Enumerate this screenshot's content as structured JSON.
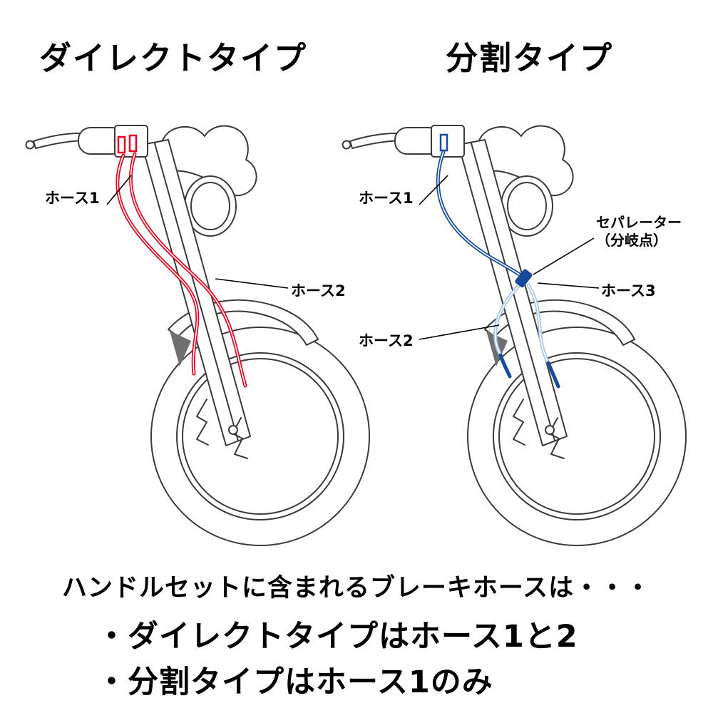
{
  "titles": {
    "direct": "ダイレクトタイプ",
    "split": "分割タイプ"
  },
  "labels": {
    "direct_hose1": "ホース1",
    "direct_hose2": "ホース2",
    "split_hose1": "ホース1",
    "split_separator_line1": "セパレーター",
    "split_separator_line2": "（分岐点）",
    "split_hose3": "ホース3",
    "split_hose2": "ホース2"
  },
  "footer": {
    "intro": "ハンドルセットに含まれるブレーキホースは・・・",
    "bullet_direct": "・ダイレクトタイプはホース1と2",
    "bullet_split": "・分割タイプはホース1のみ"
  },
  "colors": {
    "direct_hose": "#e8001e",
    "split_hose": "#164a9a",
    "split_hose_light": "#a9c6e8",
    "outline": "#3a3a3a"
  }
}
